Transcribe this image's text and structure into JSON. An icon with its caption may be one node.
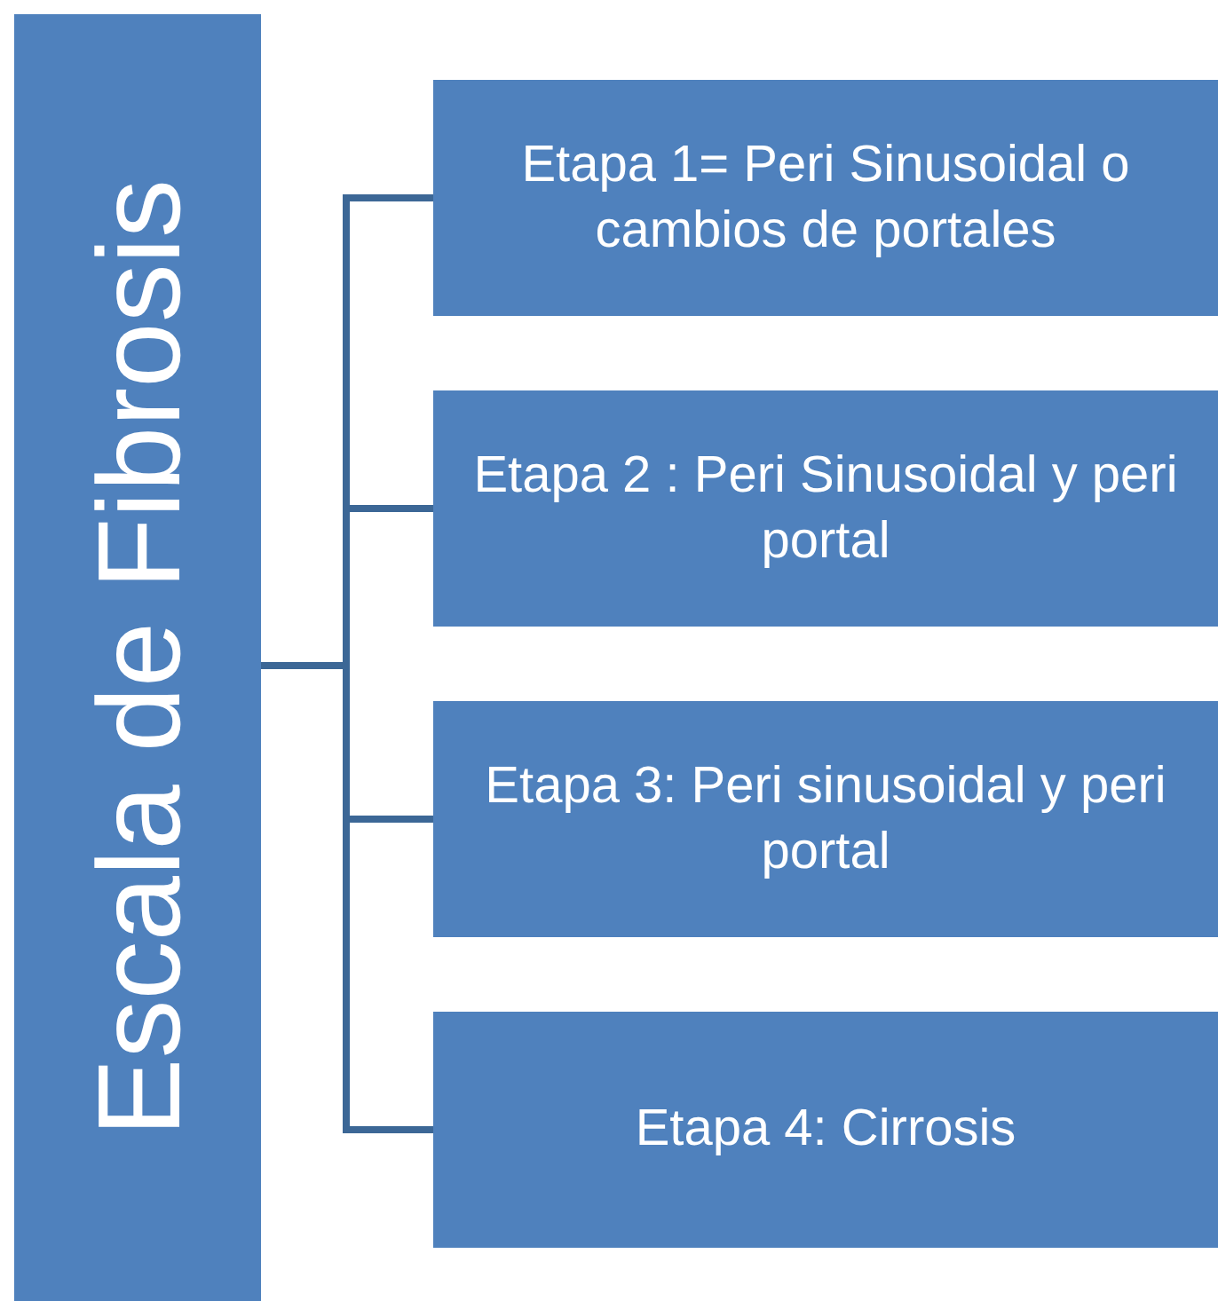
{
  "diagram": {
    "nodes": [
      {
        "text": [
          "Escala de Fibrosis"
        ]
      },
      {
        "text": [
          "Etapa 1= Peri Sinusoidal o cambios de portales"
        ]
      },
      {
        "text": [
          "Etapa 2 : Peri Sinusoidal y peri portal"
        ]
      },
      {
        "text": [
          "Etapa 3: Peri sinusoidal y peri portal"
        ]
      },
      {
        "text": [
          "Etapa 4: Cirrosis"
        ]
      }
    ],
    "edges": [
      {
        "from": 0,
        "to": 1,
        "arrow": "none"
      },
      {
        "from": 0,
        "to": 2,
        "arrow": "none"
      },
      {
        "from": 0,
        "to": 3,
        "arrow": "none"
      },
      {
        "from": 0,
        "to": 4,
        "arrow": "none"
      }
    ]
  }
}
